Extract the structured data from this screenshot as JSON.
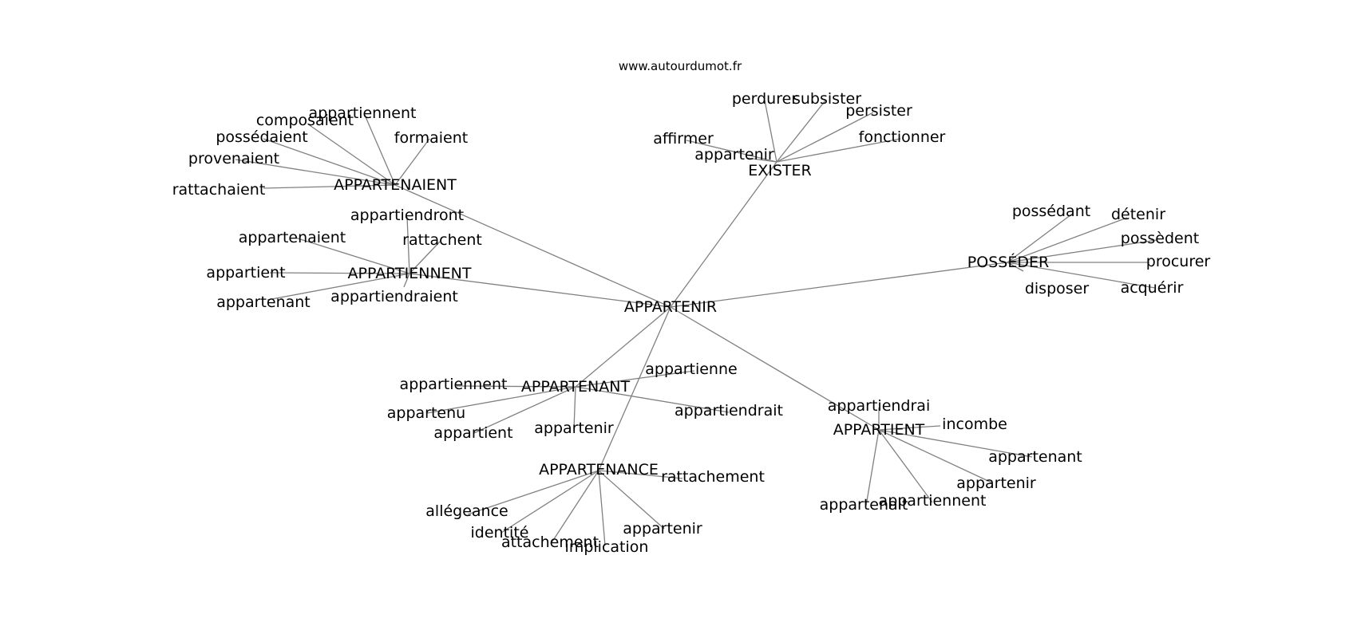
{
  "diagram": {
    "credit": "www.autourdumot.fr",
    "center": "APPARTENIR",
    "hubs": [
      {
        "label": "APPARTENAIENT",
        "leaves": [
          "appartiennent",
          "composaient",
          "possédaient",
          "formaient",
          "provenaient",
          "rattachaient"
        ]
      },
      {
        "label": "APPARTIENNENT",
        "leaves": [
          "appartiendront",
          "appartenaient",
          "rattachent",
          "appartient",
          "appartenant",
          "appartiendraient"
        ]
      },
      {
        "label": "EXISTER",
        "leaves": [
          "perdurer",
          "subsister",
          "persister",
          "affirmer",
          "fonctionner",
          "appartenir"
        ]
      },
      {
        "label": "POSSÉDER",
        "leaves": [
          "possédant",
          "détenir",
          "possèdent",
          "procurer",
          "disposer",
          "acquérir"
        ]
      },
      {
        "label": "APPARTENANT",
        "leaves": [
          "appartiennent",
          "appartienne",
          "appartenu",
          "appartiendrait",
          "appartient",
          "appartenir"
        ]
      },
      {
        "label": "APPARTIENT",
        "leaves": [
          "appartiendrai",
          "incombe",
          "appartenant",
          "appartenir",
          "appartenait",
          "appartiennent"
        ]
      },
      {
        "label": "APPARTENANCE",
        "leaves": [
          "rattachement",
          "allégeance",
          "identité",
          "attachement",
          "implication",
          "appartenir"
        ]
      }
    ]
  }
}
